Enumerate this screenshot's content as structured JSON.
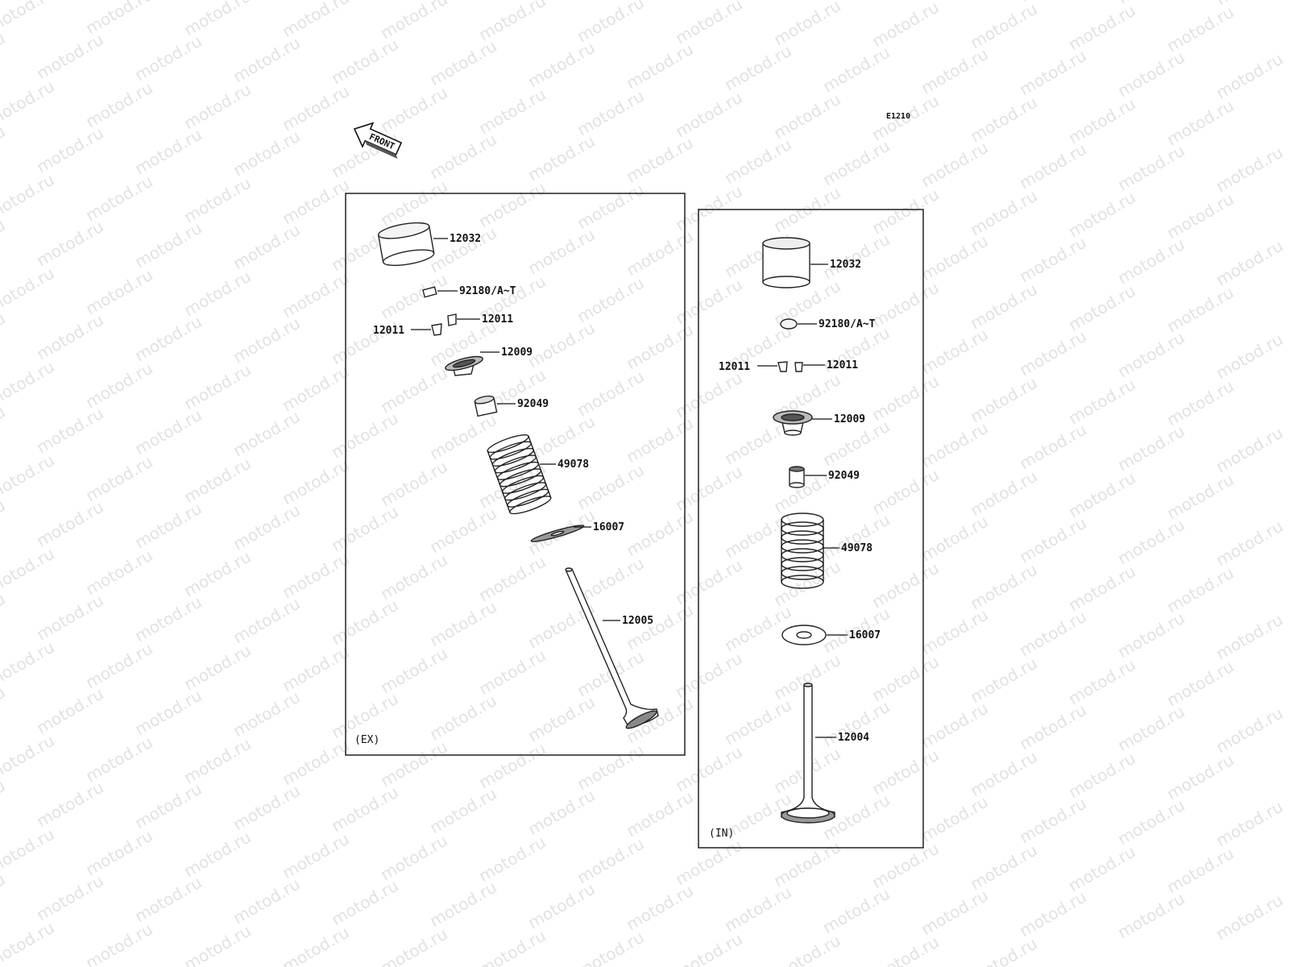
{
  "watermark": "motod.ru",
  "diagram_code": "E1210",
  "front_arrow": {
    "label": "FRONT"
  },
  "panels": {
    "ex": {
      "tag": "(EX)",
      "labels": {
        "tappet": "12032",
        "shim": "92180/A~T",
        "cotter_right": "12011",
        "cotter_left": "12011",
        "retainer": "12009",
        "oil_seal": "92049",
        "spring": "49078",
        "spring_seat": "16007",
        "valve": "12005"
      }
    },
    "in": {
      "tag": "(IN)",
      "labels": {
        "tappet": "12032",
        "shim": "92180/A~T",
        "cotter_left": "12011",
        "cotter_right": "12011",
        "retainer": "12009",
        "oil_seal": "92049",
        "spring": "49078",
        "spring_seat": "16007",
        "valve": "12004"
      }
    }
  }
}
